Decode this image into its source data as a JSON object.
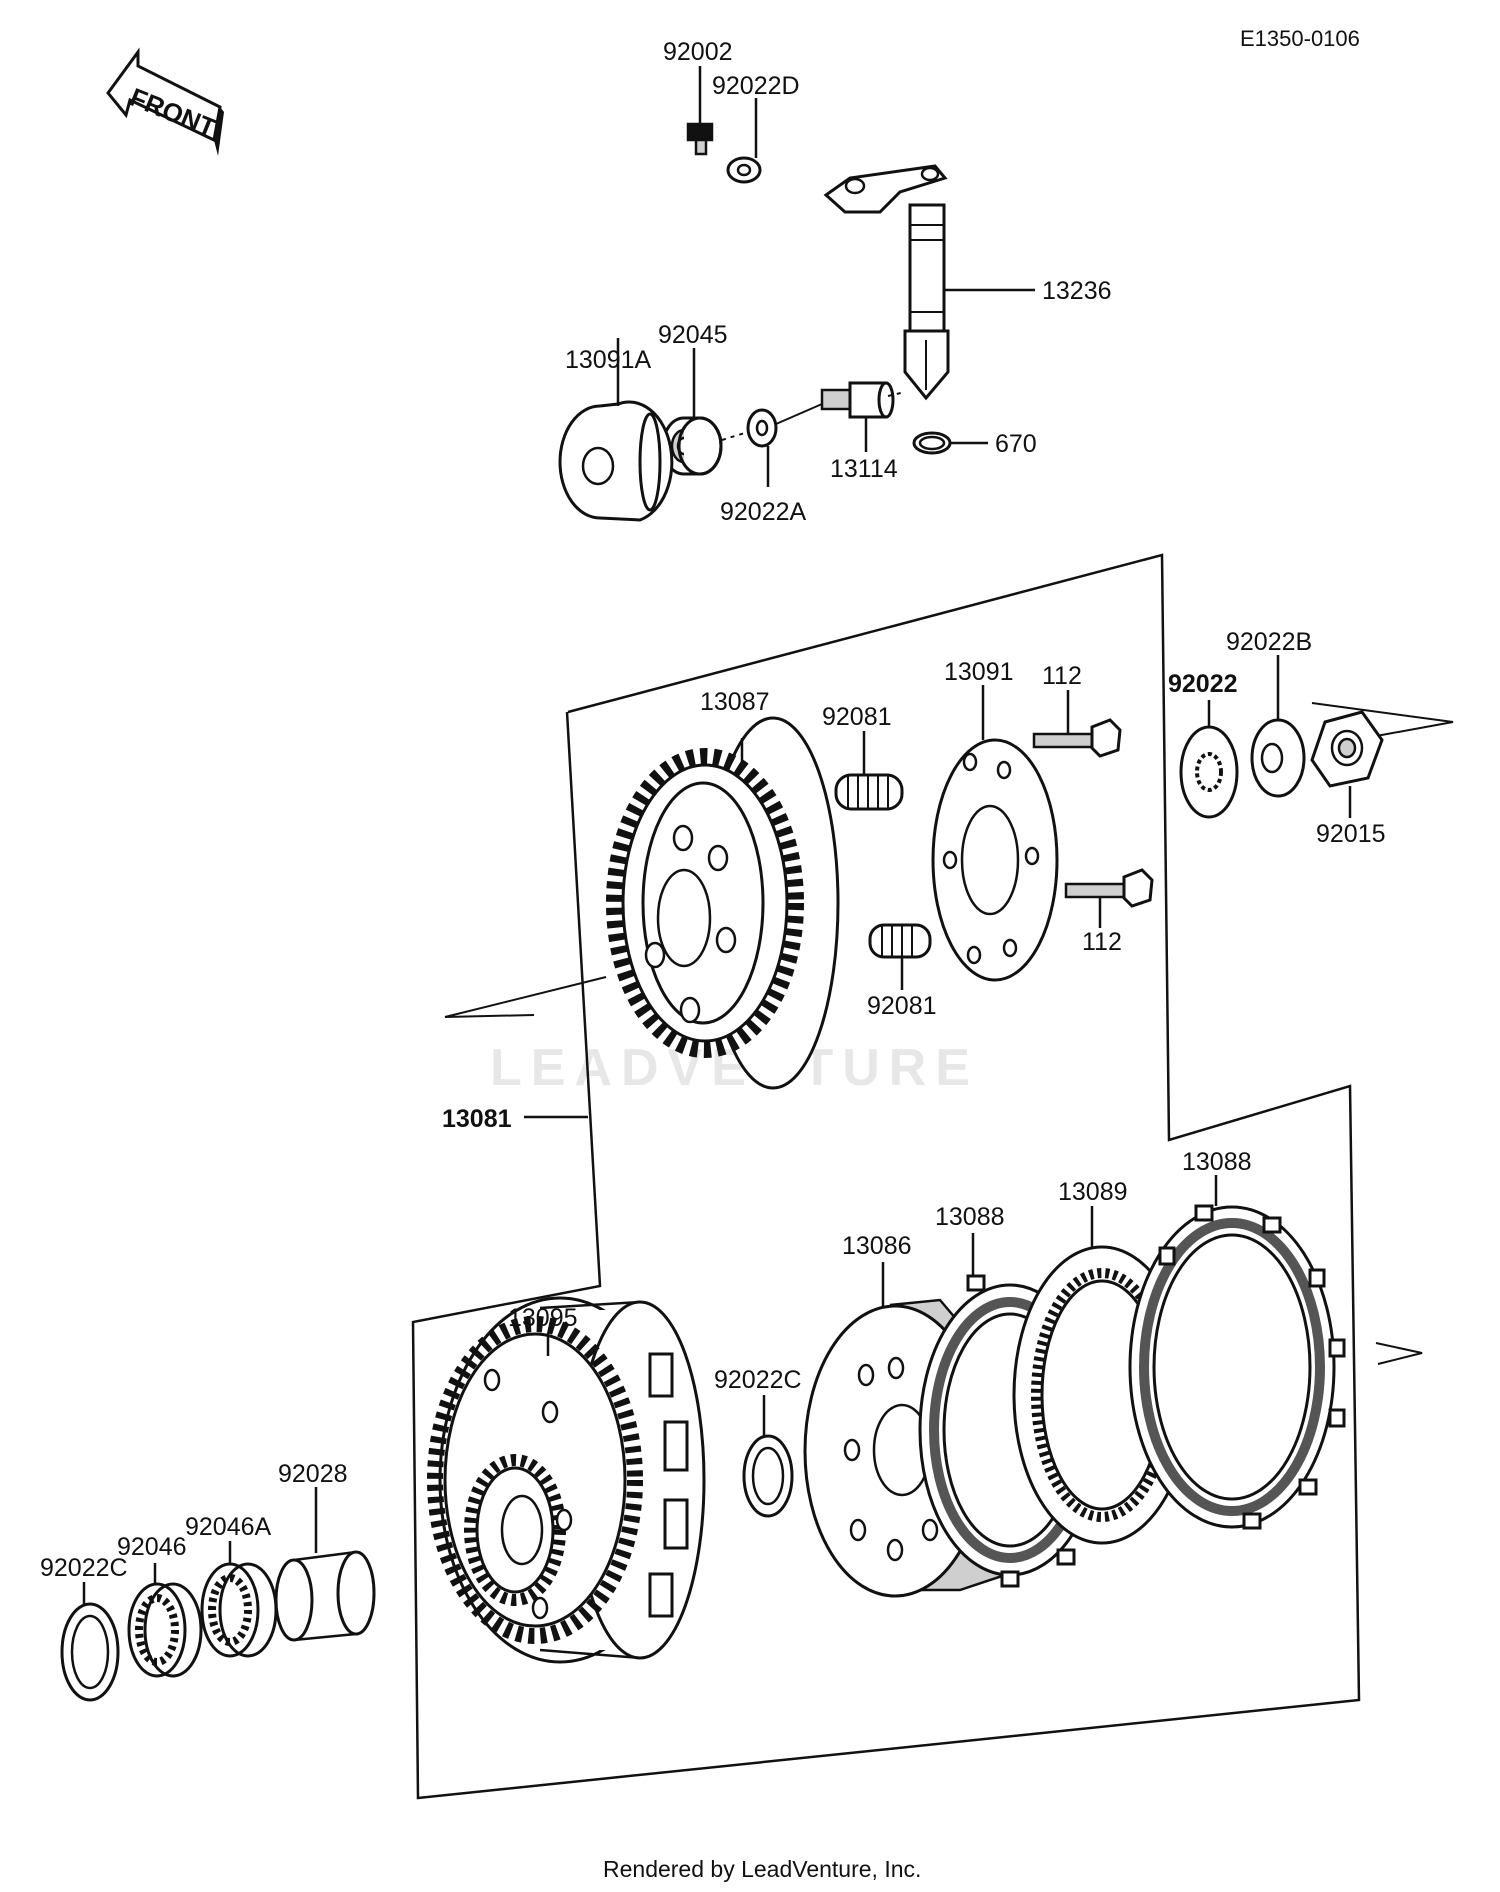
{
  "diagram_code": "E1350-0106",
  "front_label": "FRONT",
  "watermark": "LEADVENTURE",
  "footer": "Rendered by LeadVenture, Inc.",
  "parts": {
    "p92002": "92002",
    "p92022D": "92022D",
    "p13236": "13236",
    "p92045": "92045",
    "p13091A": "13091A",
    "p670": "670",
    "p13114": "13114",
    "p92022A": "92022A",
    "p13087": "13087",
    "p92081_top": "92081",
    "p13091": "13091",
    "p112_top": "112",
    "p92022B": "92022B",
    "p92022": "92022",
    "p92015": "92015",
    "p112_bottom": "112",
    "p92081_bottom": "92081",
    "p13081": "13081",
    "p13088_right": "13088",
    "p13089": "13089",
    "p13088_mid": "13088",
    "p13086": "13086",
    "p13095": "13095",
    "p92022C_mid": "92022C",
    "p92028": "92028",
    "p92046A": "92046A",
    "p92046": "92046",
    "p92022C_left": "92022C"
  }
}
